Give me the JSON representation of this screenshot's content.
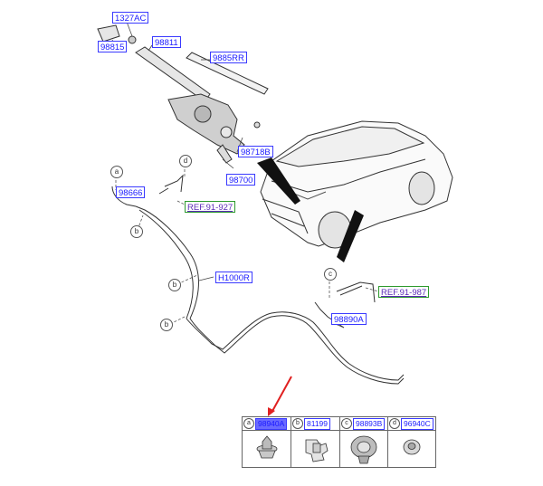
{
  "labels": {
    "l1327ac": "1327AC",
    "l98815": "98815",
    "l98811": "98811",
    "l9885rr": "9885RR",
    "l98718b": "98718B",
    "l98700": "98700",
    "l98666": "98666",
    "ref91927": "REF.91-927",
    "h1000r": "H1000R",
    "ref91987": "REF.91-987",
    "l98890a": "98890A"
  },
  "callouts": {
    "a": "a",
    "b1": "b",
    "b2": "b",
    "b3": "b",
    "c": "c",
    "d": "d"
  },
  "parts_table": [
    {
      "letter": "a",
      "part": "98940A",
      "highlighted": true
    },
    {
      "letter": "b",
      "part": "81199",
      "highlighted": false
    },
    {
      "letter": "c",
      "part": "98893B",
      "highlighted": false
    },
    {
      "letter": "d",
      "part": "96940C",
      "highlighted": false
    }
  ],
  "colors": {
    "label_text": "#1a1aff",
    "label_border": "#3a3aff",
    "ref_border": "#2e9a2e",
    "ref_text": "#5b2bb5",
    "highlight": "#6a6aff",
    "arrow": "#e02020"
  }
}
